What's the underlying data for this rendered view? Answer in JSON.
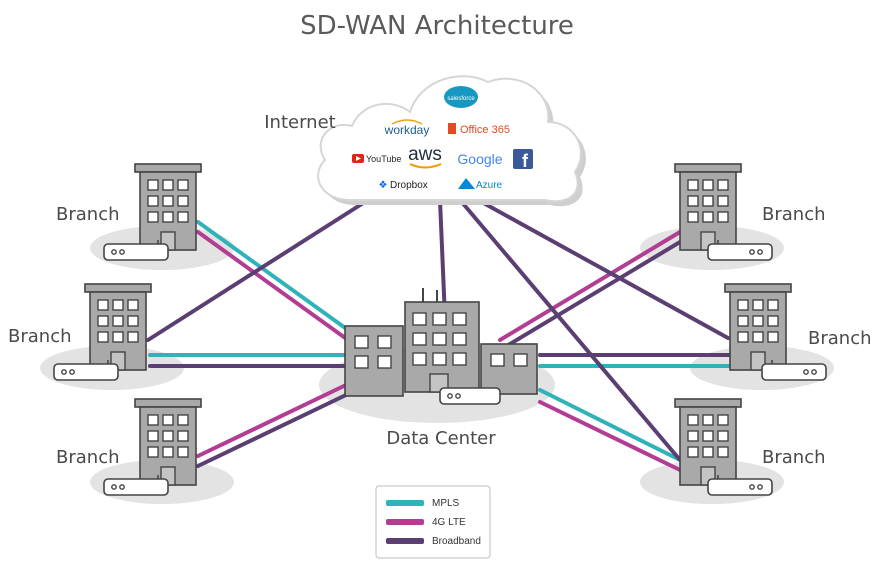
{
  "title": "SD-WAN Architecture",
  "cloud": {
    "label": "Internet",
    "logos": {
      "salesforce": "salesforce",
      "workday": "workday",
      "office365": "Office 365",
      "youtube": "YouTube",
      "aws": "aws",
      "google": "Google",
      "facebook": "f",
      "dropbox": "Dropbox",
      "azure": "Azure"
    }
  },
  "branch_label": "Branch",
  "datacenter_label": "Data Center",
  "legend": {
    "items": [
      {
        "label": "MPLS",
        "color": "#2fb3b8"
      },
      {
        "label": "4G LTE",
        "color": "#b23d92"
      },
      {
        "label": "Broadband",
        "color": "#5c3f72"
      }
    ]
  },
  "colors": {
    "mpls": "#2fb3b8",
    "lte": "#b23d92",
    "broadband": "#5c3f72"
  }
}
